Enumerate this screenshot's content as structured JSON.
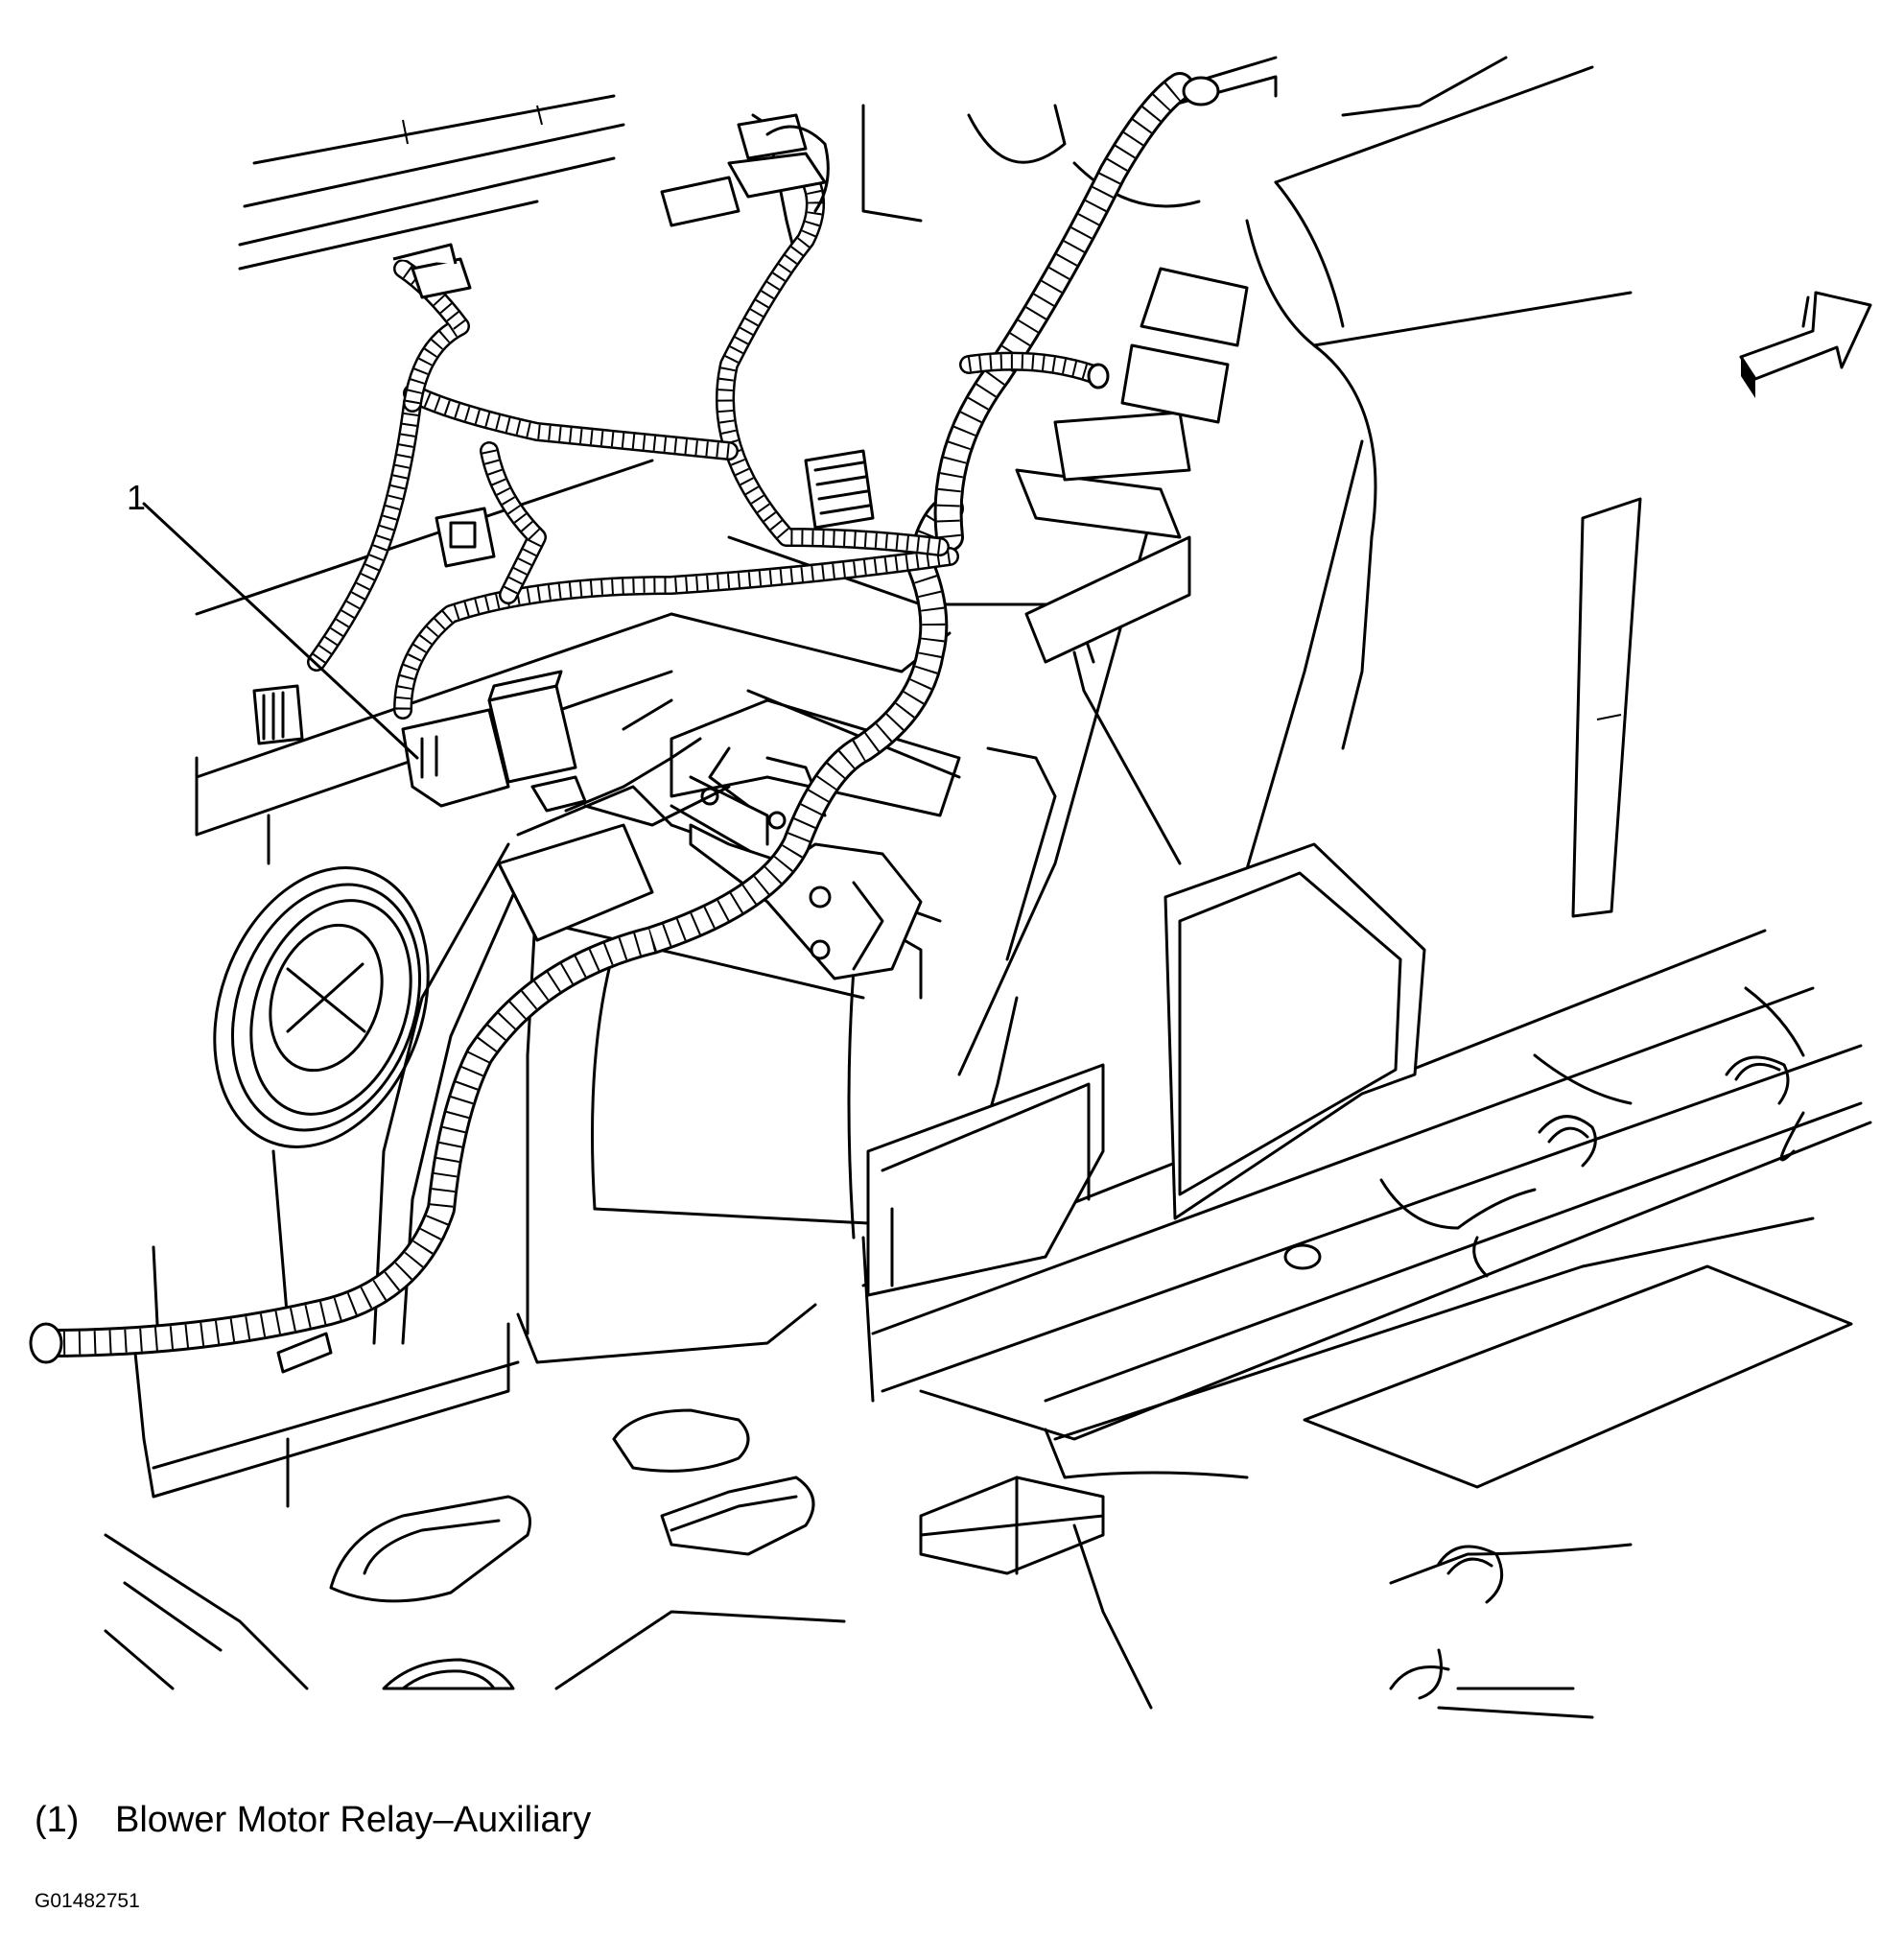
{
  "callout": {
    "number": "1"
  },
  "legend": [
    {
      "number": "(1)",
      "label": "Blower Motor Relay–Auxiliary"
    }
  ],
  "figure_id": "G01482751",
  "icons": {
    "direction_arrow": "front-direction-arrow-icon"
  }
}
